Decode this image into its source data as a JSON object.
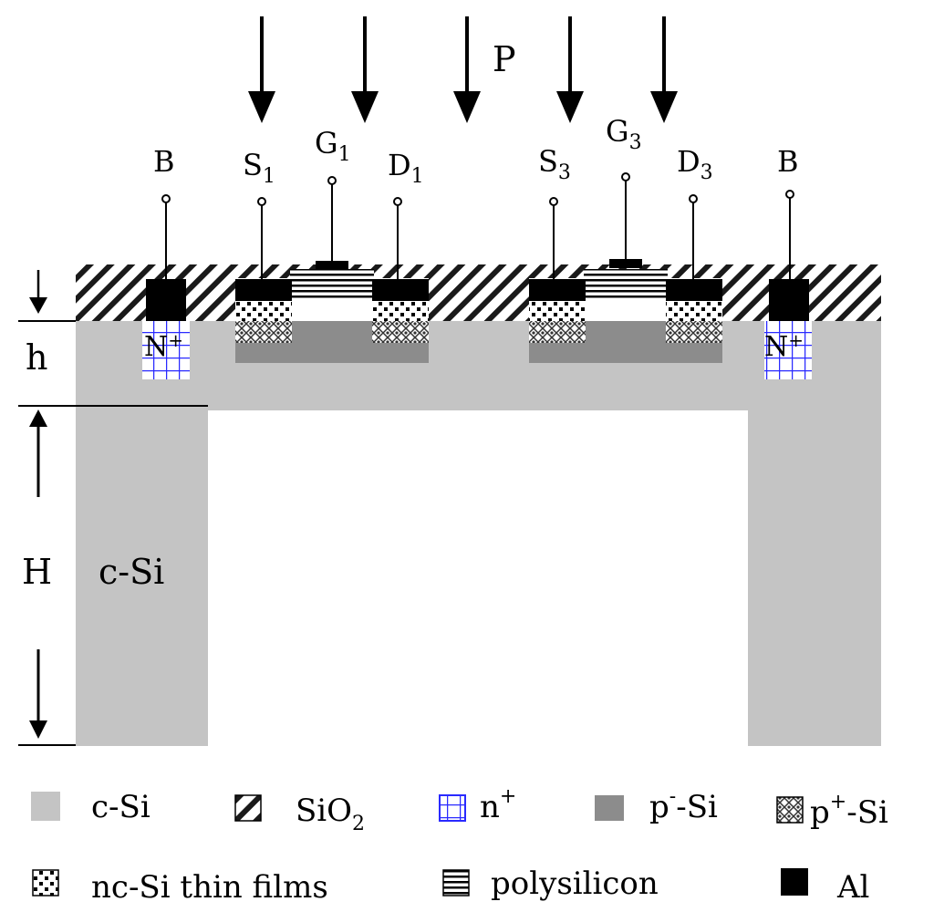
{
  "labels": {
    "pressure": "P",
    "h_dim": "h",
    "H_dim": "H",
    "substrate": "c-Si",
    "nplus_left": "N",
    "nplus_right": "N",
    "nplus_sup": "+",
    "B_left": "B",
    "B_right": "B",
    "S1": {
      "main": "S",
      "sub": "1"
    },
    "G1": {
      "main": "G",
      "sub": "1"
    },
    "D1": {
      "main": "D",
      "sub": "1"
    },
    "S3": {
      "main": "S",
      "sub": "3"
    },
    "G3": {
      "main": "G",
      "sub": "3"
    },
    "D3": {
      "main": "D",
      "sub": "3"
    }
  },
  "legend": [
    {
      "key": "c-Si",
      "text": "c-Si",
      "sup": "",
      "sub": "",
      "swatch": "c-si",
      "color": "#c4c4c4"
    },
    {
      "key": "SiO2",
      "text": "SiO",
      "sup": "",
      "sub": "2",
      "swatch": "sio2"
    },
    {
      "key": "n+",
      "text": "n",
      "sup": "+",
      "sub": "",
      "swatch": "nplus",
      "color": "#2a2aff"
    },
    {
      "key": "p-Si",
      "text": "p",
      "sup": "-",
      "tail": "-Si",
      "swatch": "pminus",
      "color": "#8c8c8c"
    },
    {
      "key": "p+Si",
      "text": "p",
      "sup": "+",
      "tail": "-Si",
      "swatch": "pplus"
    },
    {
      "key": "nc-Si",
      "text": "nc-Si thin films",
      "swatch": "ncsi"
    },
    {
      "key": "poly",
      "text": "polysilicon",
      "swatch": "poly"
    },
    {
      "key": "Al",
      "text": "Al",
      "swatch": "al",
      "color": "#000000"
    }
  ]
}
